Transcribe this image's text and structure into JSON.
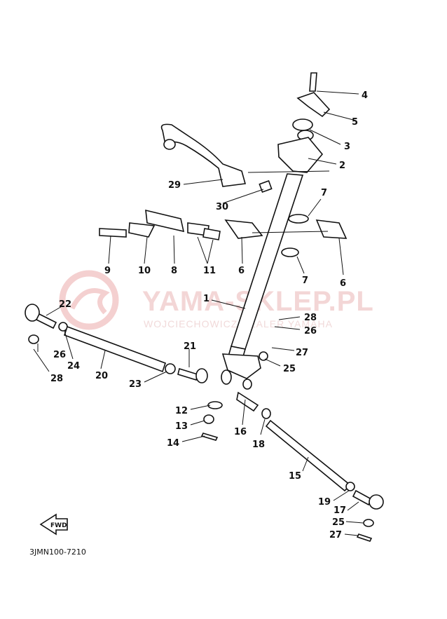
{
  "watermark": {
    "main": "YAMA-SKLEP.PL",
    "sub": "WOJCIECHOWICZ DEALER YAMAHA"
  },
  "diagram_code": "3JMN100-7210",
  "fwd_label": "FWD",
  "callouts": {
    "c1": "1",
    "c2": "2",
    "c3": "3",
    "c4": "4",
    "c5": "5",
    "c6a": "6",
    "c6b": "6",
    "c7a": "7",
    "c7b": "7",
    "c8": "8",
    "c9": "9",
    "c10": "10",
    "c11": "11",
    "c12": "12",
    "c13": "13",
    "c14": "14",
    "c15": "15",
    "c16": "16",
    "c17": "17",
    "c18": "18",
    "c19": "19",
    "c20": "20",
    "c21": "21",
    "c22": "22",
    "c23": "23",
    "c24": "24",
    "c25a": "25",
    "c25b": "25",
    "c26a": "26",
    "c26b": "26",
    "c27a": "27",
    "c27b": "27",
    "c28a": "28",
    "c28b": "28",
    "c29": "29",
    "c30": "30"
  }
}
